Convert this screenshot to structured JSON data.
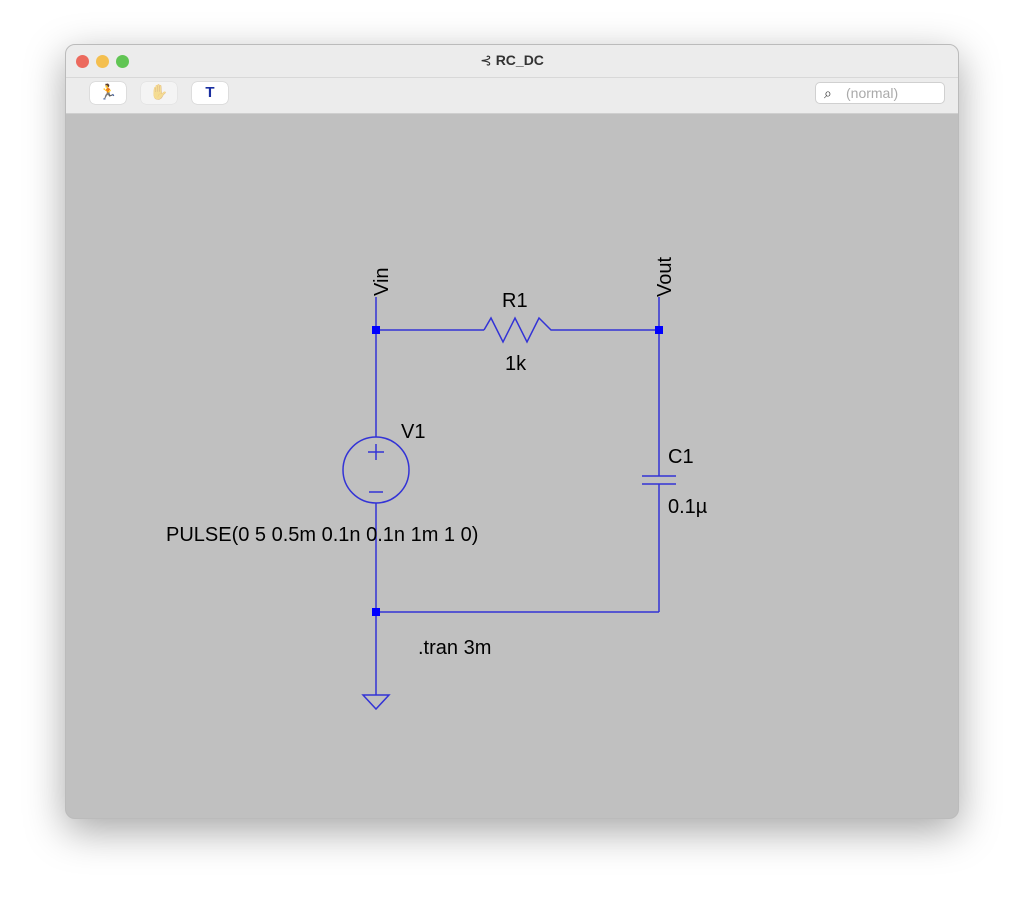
{
  "window": {
    "title": "RC_DC"
  },
  "toolbar": {
    "run_icon": "running-man-icon",
    "halt_icon": "hand-icon",
    "edit_icon": "hammer-icon",
    "search_placeholder": "(normal)"
  },
  "schematic": {
    "nets": {
      "vin": "Vin",
      "vout": "Vout"
    },
    "r1": {
      "name": "R1",
      "value": "1k"
    },
    "v1": {
      "name": "V1",
      "value": "PULSE(0 5 0.5m 0.1n 0.1n 1m 1 0)"
    },
    "c1": {
      "name": "C1",
      "value": "0.1µ"
    },
    "directive": ".tran 3m"
  },
  "colors": {
    "wire": "#3333d6",
    "node": "#0000ff",
    "canvas": "#c0c0c0"
  }
}
